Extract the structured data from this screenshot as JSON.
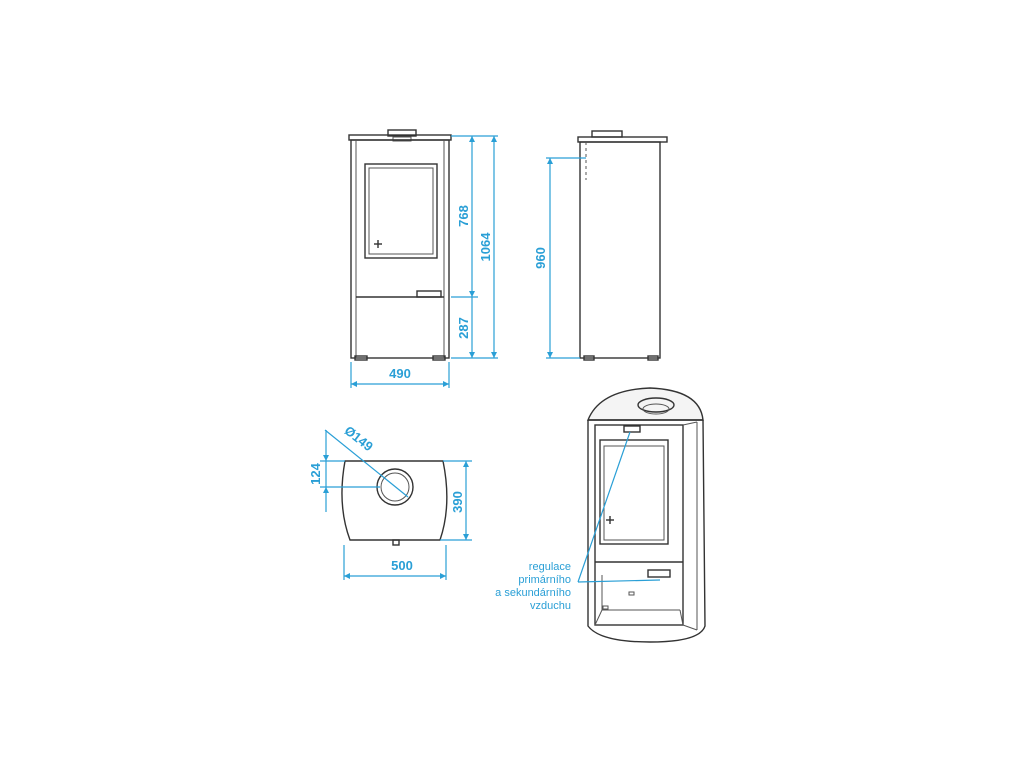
{
  "dimensions": {
    "width_front": "490",
    "height_total": "1064",
    "height_door": "768",
    "height_base": "287",
    "height_side": "960",
    "flue_diameter": "Ø149",
    "flue_offset": "124",
    "depth_top": "390",
    "width_top": "500"
  },
  "note": {
    "line1": "regulace",
    "line2": "primárního",
    "line3": "a sekundárního",
    "line4": "vzduchu"
  },
  "colors": {
    "dimension": "#2a9fd6",
    "outline": "#333333"
  }
}
